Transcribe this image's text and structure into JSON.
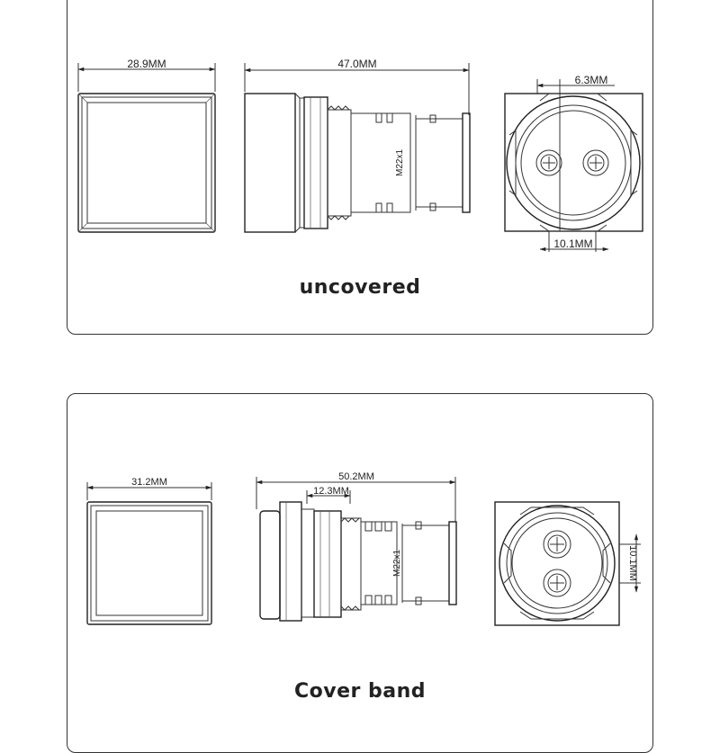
{
  "sections": [
    {
      "caption": "uncovered",
      "front_width": "28.9MM",
      "side_length": "47.0MM",
      "thread": "M22x1",
      "rear_top": "6.3MM",
      "rear_bottom": "10.1MM"
    },
    {
      "caption": "Cover band",
      "front_width": "31.2MM",
      "side_length": "50.2MM",
      "side_partial": "12.3MM",
      "thread": "M22x1",
      "rear_side": "10.1MM"
    }
  ]
}
